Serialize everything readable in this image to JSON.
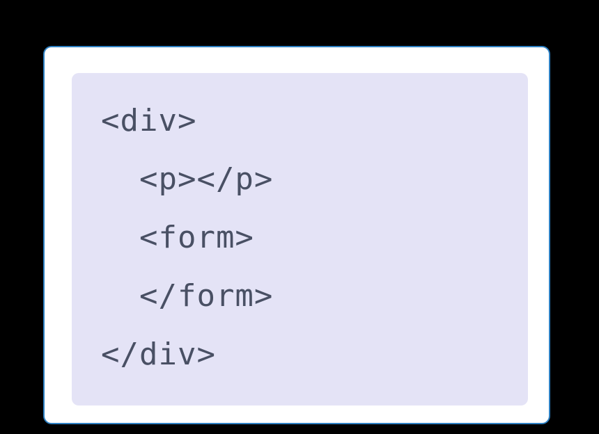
{
  "colors": {
    "page_background": "#000000",
    "card_background": "#ffffff",
    "card_border": "#2e81c4",
    "code_background": "#e4e3f6",
    "code_text": "#495064"
  },
  "code": {
    "language": "html",
    "lines": [
      "<div>",
      "  <p></p>",
      "  <form>",
      "  </form>",
      "</div>"
    ]
  }
}
